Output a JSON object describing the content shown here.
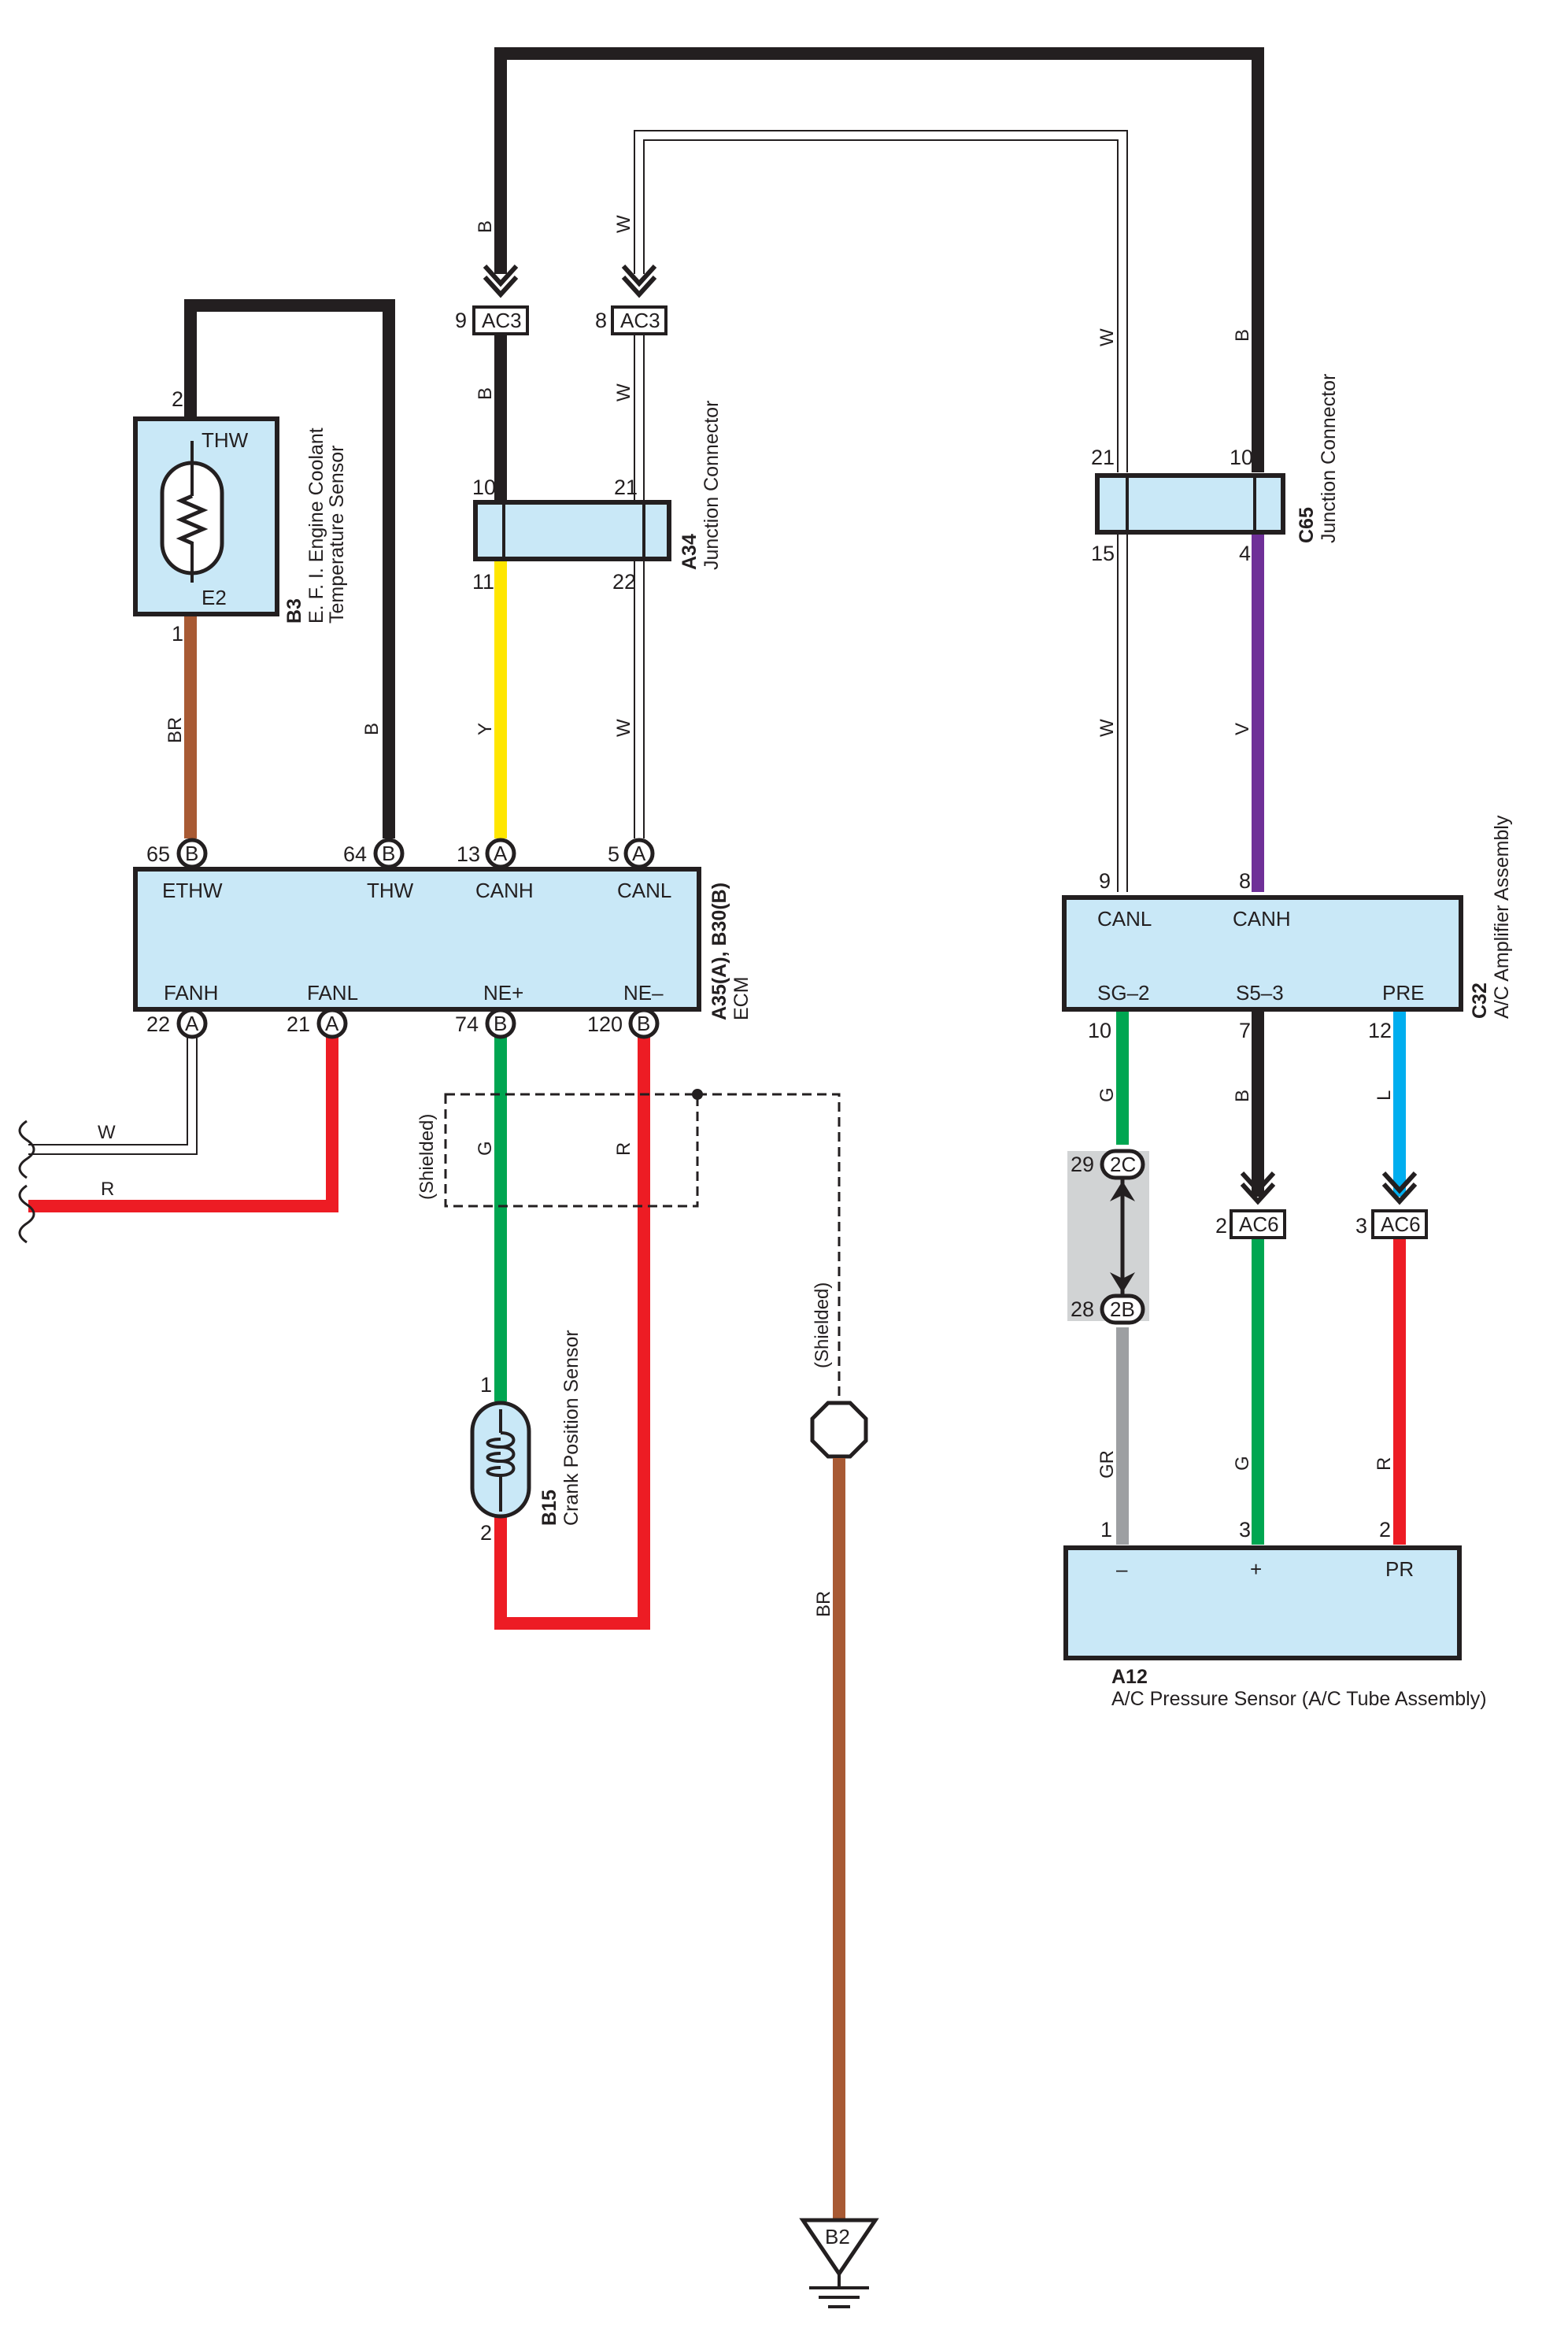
{
  "components": {
    "b3": {
      "code": "B3",
      "name_1": "E. F. I.  Engine Coolant",
      "name_2": "Temperature Sensor",
      "term_top": "THW",
      "term_bottom": "E2",
      "pin_top": "2",
      "pin_bottom": "1"
    },
    "a34": {
      "code": "A34",
      "name": "Junction Connector",
      "pins": [
        "10",
        "21",
        "11",
        "22"
      ]
    },
    "c65": {
      "code": "C65",
      "name": "Junction Connector",
      "pins": [
        "21",
        "10",
        "15",
        "4"
      ]
    },
    "ecm": {
      "code": "A35(A), B30(B)",
      "name": "ECM",
      "top_terms": [
        "ETHW",
        "THW",
        "CANH",
        "CANL"
      ],
      "top_pins": [
        "65",
        "64",
        "13",
        "5"
      ],
      "top_letters": [
        "B",
        "B",
        "A",
        "A"
      ],
      "bottom_terms": [
        "FANH",
        "FANL",
        "NE+",
        "NE–"
      ],
      "bottom_pins": [
        "22",
        "21",
        "74",
        "120"
      ],
      "bottom_letters": [
        "A",
        "A",
        "B",
        "B"
      ]
    },
    "c32": {
      "code": "C32",
      "name": "A/C Amplifier Assembly",
      "top_terms": [
        "CANL",
        "CANH"
      ],
      "top_pins": [
        "9",
        "8"
      ],
      "bottom_terms": [
        "SG–2",
        "S5–3",
        "PRE"
      ],
      "bottom_pins": [
        "10",
        "7",
        "12"
      ]
    },
    "b15": {
      "code": "B15",
      "name": "Crank Position Sensor",
      "pin_top": "1",
      "pin_bottom": "2"
    },
    "a12": {
      "code": "A12",
      "name": "A/C Pressure Sensor (A/C Tube Assembly)",
      "terms": [
        "–",
        "+",
        "PR"
      ],
      "pins": [
        "1",
        "3",
        "2"
      ]
    },
    "ground": {
      "code": "B2"
    }
  },
  "connectors": {
    "ac3_left": {
      "id": "AC3",
      "pin": "9"
    },
    "ac3_right": {
      "id": "AC3",
      "pin": "8"
    },
    "ac6_left": {
      "id": "AC6",
      "pin": "2"
    },
    "ac6_right": {
      "id": "AC6",
      "pin": "3"
    },
    "jc_2c": {
      "id": "2C",
      "pin": "29"
    },
    "jc_2b": {
      "id": "2B",
      "pin": "28"
    }
  },
  "wire_colors": {
    "b_top_left": "B",
    "w_top_left": "W",
    "b_ac3": "B",
    "w_ac3": "W",
    "w_right_top": "W",
    "b_right_top": "B",
    "br_b3": "BR",
    "b_b3": "B",
    "y_a34": "Y",
    "w_a34": "W",
    "w_c65": "W",
    "v_c65": "V",
    "w_fan": "W",
    "r_fan": "R",
    "g_ne": "G",
    "r_ne": "R",
    "br_gnd": "BR",
    "g_sg2": "G",
    "b_s53": "B",
    "l_pre": "L",
    "gr_a12": "GR",
    "g_a12": "G",
    "r_a12": "R"
  },
  "shielded_label": "(Shielded)",
  "colors": {
    "black": "#231f20",
    "white_wire": "#ffffff",
    "brown": "#a85a34",
    "yellow": "#ffe600",
    "red": "#ed1c24",
    "green": "#00a651",
    "violet": "#6f3098",
    "blue": "#00aeef",
    "gray": "#9d9fa2",
    "component_fill": "#c9e8f7"
  }
}
